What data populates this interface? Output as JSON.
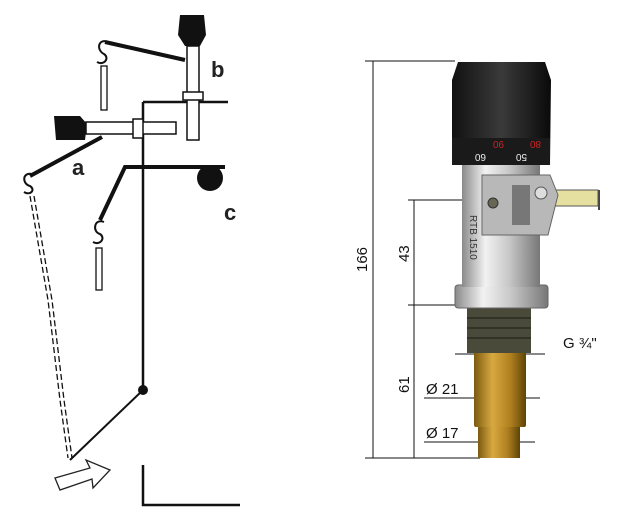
{
  "left_diagram": {
    "labels": {
      "a": "a",
      "b": "b",
      "c": "c"
    }
  },
  "right_diagram": {
    "dimensions": {
      "total_height": "166",
      "upper": "43",
      "lower": "61",
      "thread": "G ¾\"",
      "dia_21": "Ø 21",
      "dia_17": "Ø 17"
    },
    "dial_numbers": [
      "60",
      "50",
      "90",
      "80"
    ],
    "body_text": "RTB 1510"
  }
}
